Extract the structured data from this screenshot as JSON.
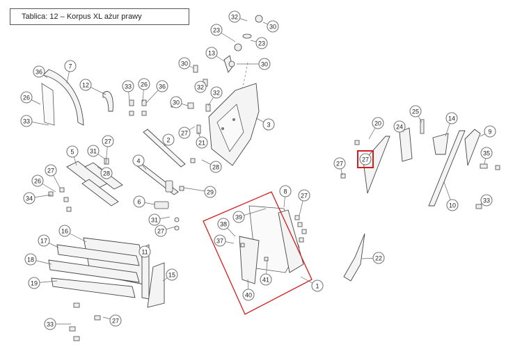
{
  "title": "Tablica: 12 – Korpus XL ażur prawy",
  "highlight_color": "#d41c1c",
  "callouts": [
    "32",
    "30",
    "23",
    "23",
    "13",
    "30",
    "30",
    "32",
    "32",
    "30",
    "33",
    "26",
    "36",
    "12",
    "7",
    "36",
    "26",
    "33",
    "3",
    "27",
    "21",
    "2",
    "28",
    "31",
    "27",
    "28",
    "5",
    "4",
    "29",
    "27",
    "26",
    "34",
    "6",
    "31",
    "27",
    "16",
    "11",
    "17",
    "18",
    "19",
    "15",
    "33",
    "27",
    "8",
    "27",
    "39",
    "38",
    "37",
    "41",
    "40",
    "1",
    "27",
    "20",
    "24",
    "25",
    "14",
    "9",
    "27",
    "35",
    "10",
    "33",
    "22"
  ]
}
